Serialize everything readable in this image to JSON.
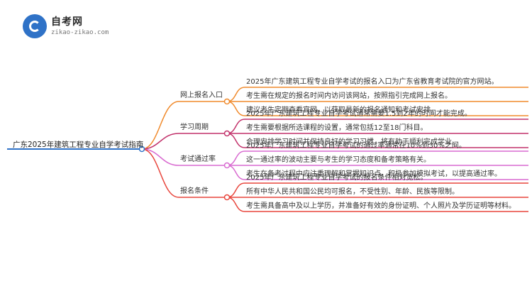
{
  "brand": {
    "name": "自考网",
    "domain": "zikao-zikao.com"
  },
  "root": "广东2025年建筑工程专业自学考试指南",
  "branches": [
    {
      "label": "网上报名入口",
      "color": "#f08a2c",
      "leaves": [
        "2025年广东建筑工程专业自学考试的报名入口为广东省教育考试院的官方网站。",
        "考生需在规定的报名时间内访问该网站，按照指引完成网上报名。",
        "建议考生定期查看官网，以获取最新的报名通知和考试安排。"
      ]
    },
    {
      "label": "学习周期",
      "color": "#c2326b",
      "leaves": [
        "2025年广东建筑工程专业自学考试通常需要1.5到2年的时间才能完成。",
        "考生需要根据所选课程的设置，通常包括12至18门科目。",
        "合理安排学习时间并保持良好的学习习惯，将有助于顺利完成学业。"
      ]
    },
    {
      "label": "考试通过率",
      "color": "#d86ad0",
      "leaves": [
        "2025年广东建筑工程专业自学考试的通过率通常在10%到30%之间。",
        "这一通过率的波动主要与考生的学习态度和备考策略有关。",
        "考生在备考过程中应注重理解和掌握知识点，积极参加模拟考试，以提高通过率。"
      ]
    },
    {
      "label": "报名条件",
      "color": "#e8453c",
      "leaves": [
        "2025年广东建筑工程专业自学考试的报名条件相对宽松。",
        "所有中华人民共和国公民均可报名，不受性别、年龄、民族等限制。",
        "考生需具备高中及以上学历，并准备好有效的身份证明、个人照片及学历证明等材料。"
      ]
    }
  ]
}
